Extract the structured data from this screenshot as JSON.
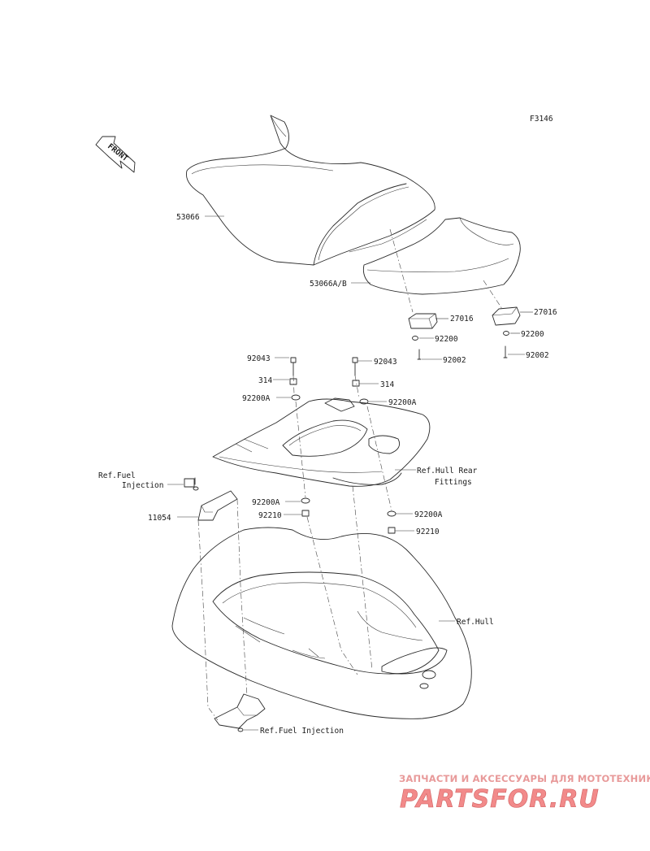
{
  "diagram_code": "F3146",
  "front_label": "FRONT",
  "labels": {
    "seat_front": "53066",
    "seat_rear": "53066A/B",
    "bracket_left": "27016",
    "bracket_right": "27016",
    "washer_left": "92200",
    "washer_right": "92200",
    "screw_left": "92002",
    "screw_right": "92002",
    "bolt_left": "92043",
    "bolt_right": "92043",
    "nut_left": "314",
    "nut_right": "314",
    "washer_a_top_left": "92200A",
    "washer_a_top_right": "92200A",
    "ref_hull_rear_line1": "Ref.Hull Rear",
    "ref_hull_rear_line2": "Fittings",
    "ref_fuel_line1": "Ref.Fuel",
    "ref_fuel_line2": "Injection",
    "plate": "11054",
    "washer_a_bottom_left": "92200A",
    "washer_a_bottom_right": "92200A",
    "nut_bottom_left": "92210",
    "nut_bottom_right": "92210",
    "ref_hull": "Ref.Hull",
    "ref_fuel_bottom": "Ref.Fuel Injection"
  },
  "watermark": {
    "tagline": "ЗАПЧАСТИ И АКСЕССУАРЫ ДЛЯ МОТОТЕХНИКИ",
    "brand": "PARTSFOR.RU"
  }
}
